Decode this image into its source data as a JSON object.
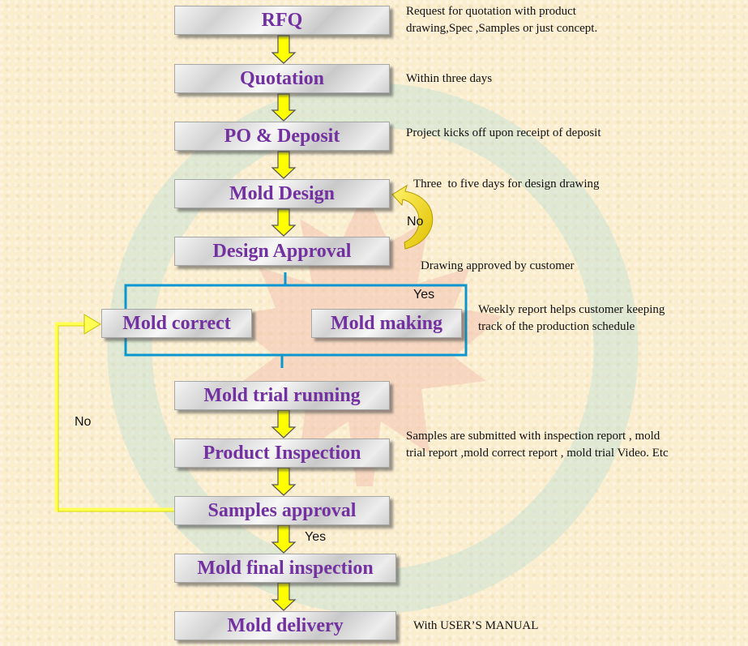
{
  "steps": {
    "rfq": "RFQ",
    "quotation": "Quotation",
    "po_deposit": "PO & Deposit",
    "mold_design": "Mold Design",
    "design_approval": "Design Approval",
    "mold_correct": "Mold correct",
    "mold_making": "Mold making",
    "mold_trial_running": "Mold trial running",
    "product_inspection": "Product Inspection",
    "samples_approval": "Samples approval",
    "mold_final_inspection": "Mold final inspection",
    "mold_delivery": "Mold delivery"
  },
  "notes": {
    "rfq": "Request for quotation with product drawing,Spec ,Samples or just concept.",
    "quotation": "Within three days",
    "po_deposit": "Project kicks off upon receipt of deposit",
    "mold_design": "Three  to five days for design drawing",
    "design_approval": "Drawing approved by customer",
    "mold_making": "Weekly report helps customer keeping track of the production schedule",
    "product_inspection": "Samples are submitted with inspection report , mold trial report ,mold correct report , mold trial Video. Etc",
    "mold_delivery": "With USER’S MANUAL"
  },
  "labels": {
    "design_no": "No",
    "design_yes": "Yes",
    "samples_no": "No",
    "samples_yes": "Yes"
  },
  "colors": {
    "step_text": "#7230a0",
    "arrow_fill": "#ffff00",
    "bracket": "#0099cc",
    "loop": "#ffff33"
  }
}
